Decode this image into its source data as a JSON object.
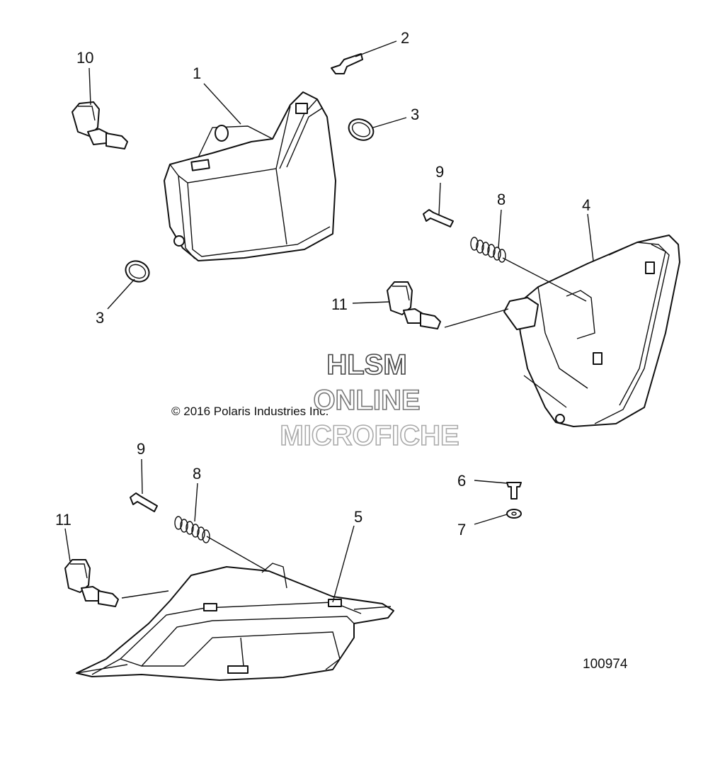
{
  "callouts": {
    "c1": "1",
    "c2": "2",
    "c3a": "3",
    "c3b": "3",
    "c4": "4",
    "c5": "5",
    "c6": "6",
    "c7": "7",
    "c8a": "8",
    "c8b": "8",
    "c9a": "9",
    "c9b": "9",
    "c10": "10",
    "c11a": "11",
    "c11b": "11"
  },
  "copyright": "© 2016 Polaris Industries Inc.",
  "figure_id": "100974",
  "watermark": {
    "line1": "HLSM",
    "line2": "ONLINE",
    "line3": "MICROFICHE",
    "colors": [
      "#444444",
      "#777777",
      "#aaaaaa"
    ]
  }
}
